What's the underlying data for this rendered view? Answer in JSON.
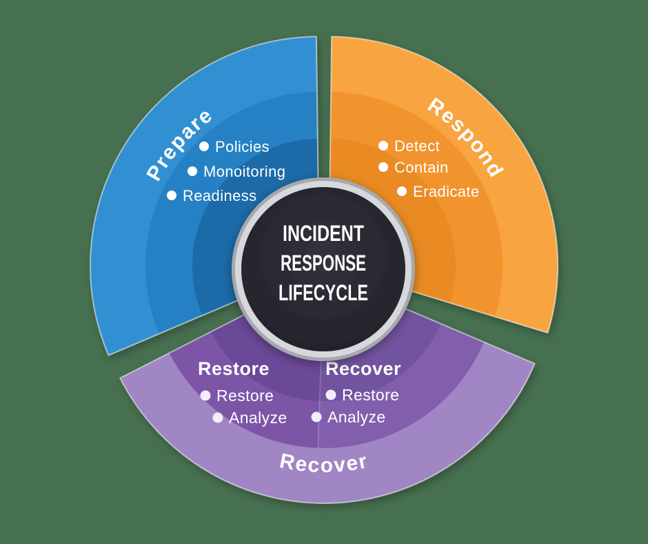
{
  "center": {
    "lines": [
      "INCIDENT",
      "RESPONSE",
      "LIFECYCLE"
    ]
  },
  "segments": {
    "prepare": {
      "label": "Prepare",
      "items": [
        "Policies",
        "Monoitoring",
        "Readiness"
      ]
    },
    "respond": {
      "label": "Respond",
      "items": [
        "Detect",
        "Contain",
        "Eradicate"
      ]
    },
    "recover": {
      "label": "Recover",
      "subsections": [
        {
          "title": "Restore",
          "items": [
            "Restore",
            "Analyze"
          ]
        },
        {
          "title": "Recover",
          "items": [
            "Restore",
            "Analyze"
          ]
        }
      ]
    }
  },
  "palette": {
    "background": "#477050",
    "prepare": {
      "outer": "#3190D2",
      "mid": "#2681C4",
      "inner": "#1A6BA8"
    },
    "respond": {
      "outer": "#F8A440",
      "mid": "#F1942E",
      "inner": "#E98B24"
    },
    "recover": {
      "outer": "#A086C4",
      "mid": "#7B54A7",
      "inner": "#6A4899"
    },
    "center_fill": "#26262E",
    "center_ring": "#D7D8DC",
    "text": "#FFFFFF"
  }
}
